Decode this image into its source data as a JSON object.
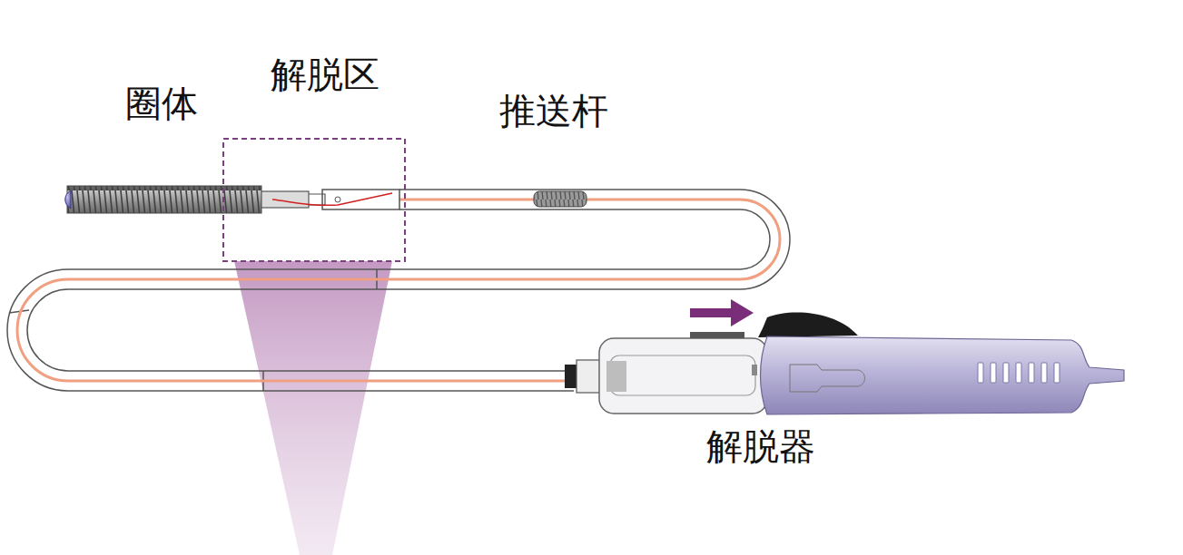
{
  "diagram": {
    "labels": [
      "圈体",
      "解脱区",
      "推送杆",
      "解脱器"
    ]
  }
}
